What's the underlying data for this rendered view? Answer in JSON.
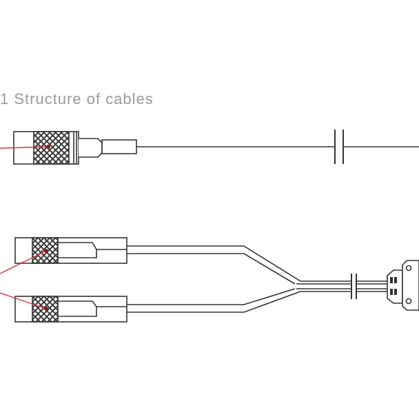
{
  "figure": {
    "title_fragment": "1 Structure of cables",
    "title_visible": "partially cut off at top (only lower edge of letters visible)",
    "background": "#ffffff",
    "line_color": "#333333",
    "pointer_color": "#d9303a",
    "pointer_dot_color": "#8b1a1a"
  },
  "cables": [
    {
      "id": "single-cable",
      "description": "Single connector cable with knurled grip, stepped strain relief, and break symbol",
      "connector": {
        "type": "knurled-plug",
        "knurl": true
      },
      "break_symbol": true,
      "pointer": "red leader line to knurled section"
    },
    {
      "id": "y-split-cable",
      "description": "Y-split cable: two knurled plugs merging into one cable ending in a multi-pin rectangular connector",
      "connectors": [
        {
          "type": "knurled-plug",
          "position": "upper"
        },
        {
          "type": "knurled-plug",
          "position": "lower"
        }
      ],
      "junction": "Y-merge",
      "break_symbol": true,
      "end_connector": {
        "type": "rectangular multi-pin plug",
        "pins": 4,
        "mounting_holes": 2
      },
      "pointer": "two red leader lines converging at left"
    }
  ]
}
